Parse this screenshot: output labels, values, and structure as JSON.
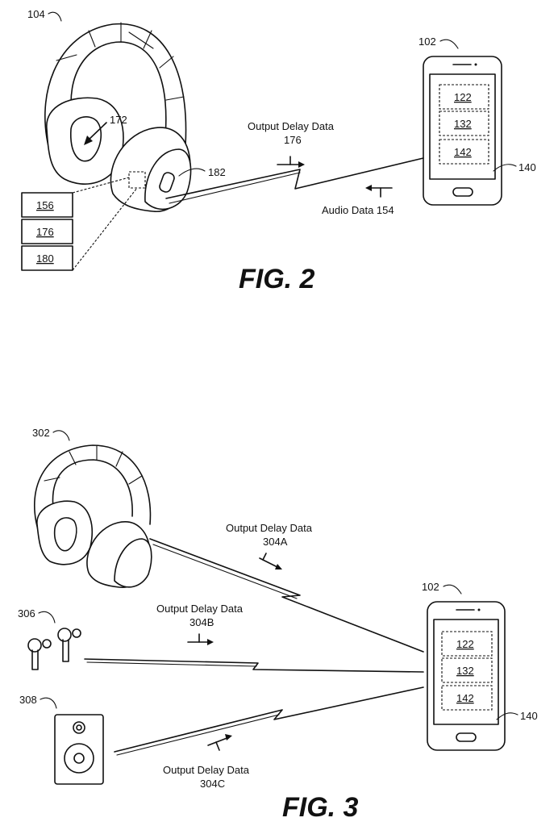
{
  "fig2": {
    "title": "FIG. 2",
    "headphones_ref": "104",
    "earcup_ref": "172",
    "sensor_ref": "182",
    "phone_ref": "102",
    "screen_ref": "140",
    "phone_boxes": [
      "122",
      "132",
      "142"
    ],
    "memory_boxes": [
      "156",
      "176",
      "180"
    ],
    "output_delay_label": "Output Delay Data",
    "output_delay_ref": "176",
    "audio_data_label": "Audio Data 154"
  },
  "fig3": {
    "title": "FIG. 3",
    "headphones_ref": "302",
    "earbuds_ref": "306",
    "speaker_ref": "308",
    "phone_ref": "102",
    "screen_ref": "140",
    "phone_boxes": [
      "122",
      "132",
      "142"
    ],
    "delay_a_label": "Output Delay Data",
    "delay_a_ref": "304A",
    "delay_b_label": "Output Delay Data",
    "delay_b_ref": "304B",
    "delay_c_label": "Output Delay Data",
    "delay_c_ref": "304C"
  }
}
